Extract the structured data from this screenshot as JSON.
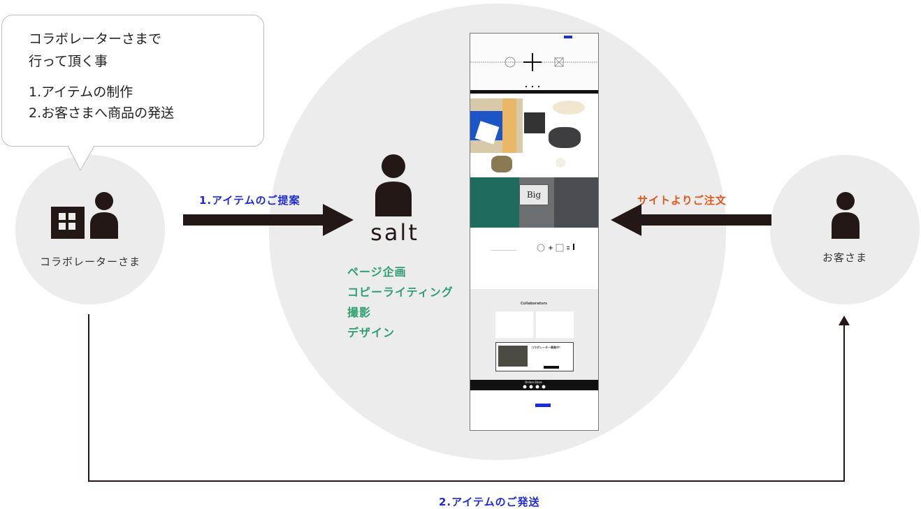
{
  "bubble": {
    "line1": "コラボレーターさまで",
    "line2": "行って頂く事",
    "item1": "1.アイテムの制作",
    "item2": "2.お客さまへ商品の発送"
  },
  "collaborator": {
    "label": "コラボレーターさま",
    "icon": "building-and-person-icon"
  },
  "salt": {
    "logo": "salt",
    "icon": "person-icon",
    "services": [
      "ページ企画",
      "コピーライティング",
      "撮影",
      "デザイン"
    ]
  },
  "customer": {
    "label": "お客さま",
    "icon": "person-icon"
  },
  "flows": {
    "proposal": "1.アイテムのご提案",
    "order": "サイトよりご注文",
    "shipping": "2.アイテムのご発送"
  },
  "mock_site": {
    "big_title": "Big",
    "collab_heading": "Collaborators",
    "store_bar": "Online Store",
    "banner_heading": "コラボレーター募集中！"
  },
  "colors": {
    "dark": "#231815",
    "blue": "#1f2bd6",
    "orange": "#e0561b",
    "green": "#2e9e72",
    "circle": "#ececec"
  }
}
